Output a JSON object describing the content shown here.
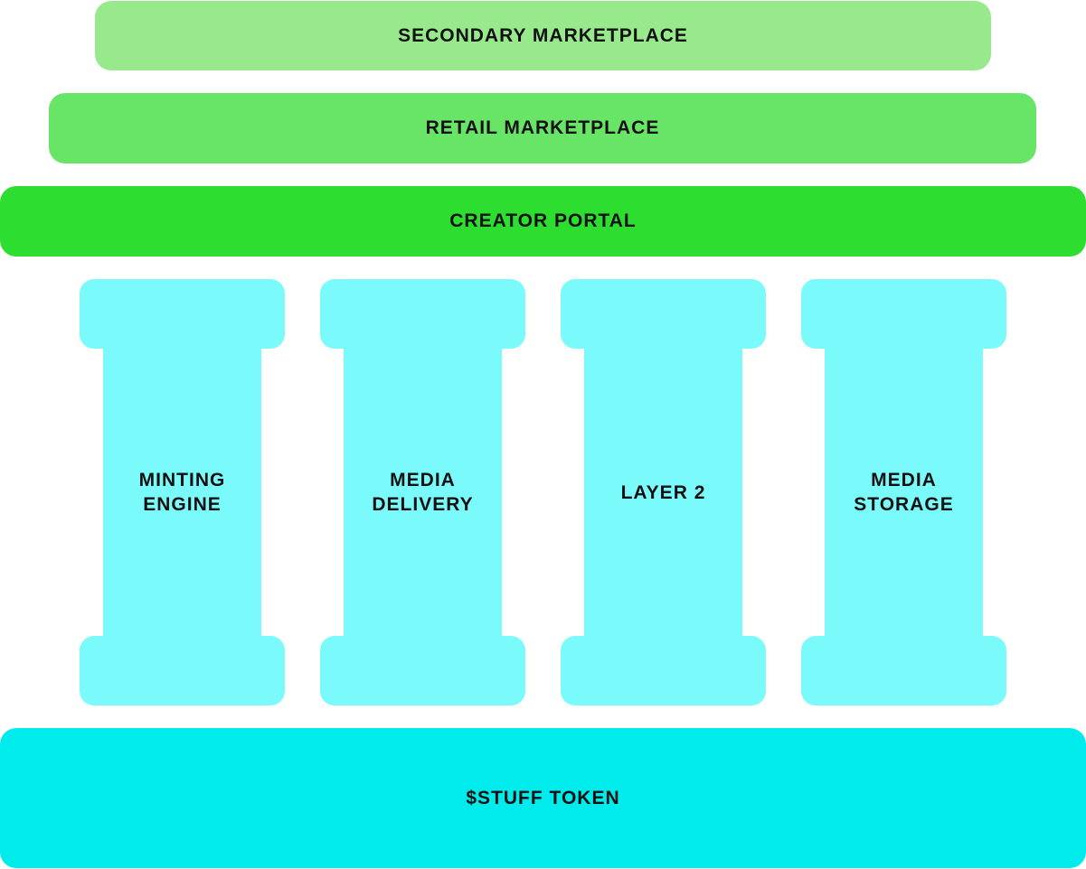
{
  "layers": {
    "secondary_marketplace": "SECONDARY MARKETPLACE",
    "retail_marketplace": "RETAIL MARKETPLACE",
    "creator_portal": "CREATOR PORTAL",
    "token": "$STUFF TOKEN"
  },
  "pillars": [
    {
      "lines": [
        "MINTING",
        "ENGINE"
      ]
    },
    {
      "lines": [
        "MEDIA",
        "DELIVERY"
      ]
    },
    {
      "lines": [
        "LAYER 2"
      ]
    },
    {
      "lines": [
        "MEDIA",
        "STORAGE"
      ]
    }
  ],
  "colors": {
    "secondary_marketplace": "#97e98c",
    "retail_marketplace": "#68e466",
    "creator_portal": "#2ddd2f",
    "pillar": "#7afafa",
    "token": "#00ebeb",
    "text": "#111111"
  }
}
